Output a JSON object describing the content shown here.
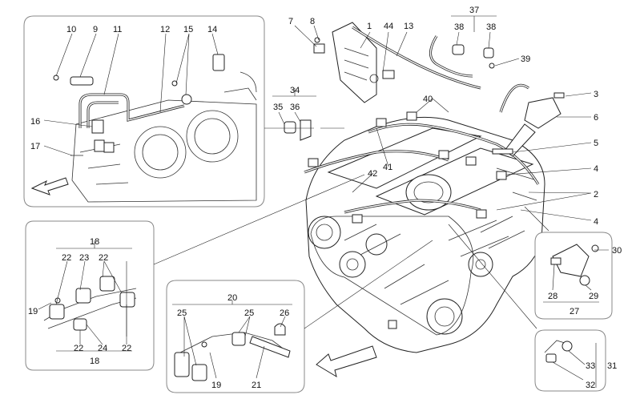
{
  "callouts": {
    "c1": "1",
    "c2": "2",
    "c3": "3",
    "c4a": "4",
    "c4b": "4",
    "c5": "5",
    "c6": "6",
    "c7": "7",
    "c8": "8",
    "c9": "9",
    "c10": "10",
    "c11": "11",
    "c12": "12",
    "c13": "13",
    "c14": "14",
    "c15": "15",
    "c16": "16",
    "c17": "17",
    "c18a": "18",
    "c18b": "18",
    "c19a": "19",
    "c19b": "19",
    "c20": "20",
    "c21": "21",
    "c22a": "22",
    "c22b": "22",
    "c22c": "22",
    "c22d": "22",
    "c23": "23",
    "c24": "24",
    "c25a": "25",
    "c25b": "25",
    "c26": "26",
    "c27": "27",
    "c28": "28",
    "c29": "29",
    "c30": "30",
    "c31": "31",
    "c32": "32",
    "c33": "33",
    "c34": "34",
    "c35": "35",
    "c36": "36",
    "c37": "37",
    "c38a": "38",
    "c38b": "38",
    "c39": "39",
    "c40": "40",
    "c41": "41",
    "c42": "42",
    "c44": "44"
  }
}
